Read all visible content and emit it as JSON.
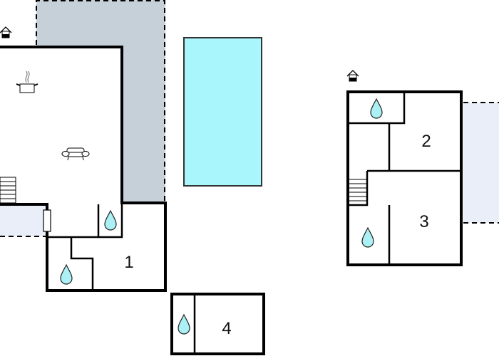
{
  "colors": {
    "terrace_grey": "#c5d0d9",
    "terrace_light": "#e9eef8",
    "pool": "#aaf6fd",
    "water_drop": "#aaf0f4"
  },
  "rooms": [
    {
      "label": "1"
    },
    {
      "label": "2"
    },
    {
      "label": "3"
    },
    {
      "label": "4"
    }
  ],
  "icons": [
    "house-entrance-icon",
    "cooking-pot-icon",
    "sofa-icon",
    "water-drop-icon",
    "stairs-icon"
  ]
}
